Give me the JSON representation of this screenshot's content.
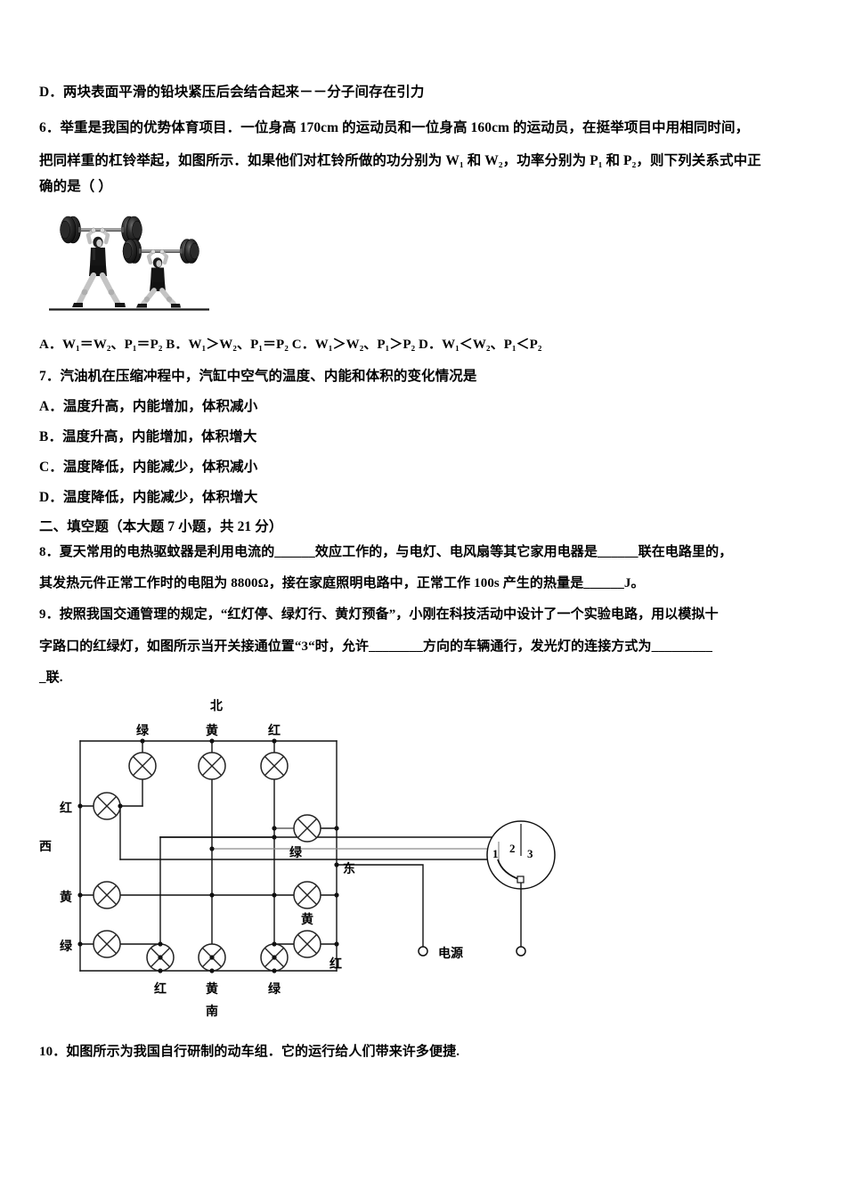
{
  "document": {
    "kind": "physics-exam-page",
    "language": "zh-CN"
  },
  "questions": [
    {
      "id": "q5-option-d",
      "lines": [
        "D．两块表面平滑的铅块紧压后会结合起来－－分子间存在引力"
      ]
    },
    {
      "id": "q6",
      "number": "6．",
      "lines": [
        "6．举重是我国的优势体育项目．一位身高 170cm 的运动员和一位身高 160cm 的运动员，在挺举项目中用相同时间，",
        "把同样重的杠铃举起，如图所示．如果他们对杠铃所做的功分别为 W₁ 和 W₂，功率分别为 P₁ 和 P₂，则下列关系式中正",
        "确的是（  ）"
      ],
      "options_inline": "A．W₁＝W₂、P₁＝P₂   B．W₁＞W₂、P₁＝P₂   C．W₁＞W₂、P₁＞P₂   D．W₁＜W₂、P₁＜P₂",
      "option_a": "A．",
      "option_a_expr_1": "W",
      "option_a_sub_1": "1",
      "option_b": "B．",
      "option_c": "C．",
      "option_d": "D．"
    },
    {
      "id": "q7",
      "stem": "7．汽油机在压缩冲程中，汽缸中空气的温度、内能和体积的变化情况是",
      "options": [
        "A．温度升高，内能增加，体积减小",
        "B．温度升高，内能增加，体积增大",
        "C．温度降低，内能减少，体积减小",
        "D．温度降低，内能减少，体积增大"
      ]
    }
  ],
  "section2": {
    "heading": "二、填空题（本大题 7 小题，共 21 分）"
  },
  "q8": {
    "line1": "8．夏天常用的电热驱蚊器是利用电流的______效应工作的，与电灯、电风扇等其它家用电器是______联在电路里的，",
    "line2": "其发热元件正常工作时的电阻为 8800Ω，接在家庭照明电路中，正常工作 100s 产生的热量是______J。"
  },
  "q9": {
    "line1": "9．按照我国交通管理的规定，“红灯停、绿灯行、黄灯预备”，小刚在科技活动中设计了一个实验电路，用以模拟十",
    "line2": "字路口的红绿灯，如图所示当开关接通位置“3“时，允许________方向的车辆通行，发光灯的连接方式为_________",
    "line3": "_联."
  },
  "q10": {
    "line1": "10．如图所示为我国自行研制的动车组．它的运行给人们带来许多便捷."
  },
  "figure_weightlifters": {
    "caption": "两位举重运动员举起杠铃示意图",
    "lifters": 2
  },
  "figure_circuit": {
    "caption": "十字路口红绿灯模拟实验电路",
    "directions": {
      "north": "北",
      "south": "南",
      "east": "东",
      "west": "西"
    },
    "lamp_labels": {
      "north": [
        "绿",
        "黄",
        "红"
      ],
      "south": [
        "红",
        "黄",
        "绿"
      ],
      "west": [
        "红",
        "黄",
        "绿"
      ],
      "east": [
        "绿",
        "黄",
        "红"
      ]
    },
    "switch": {
      "contacts": [
        "1",
        "2",
        "3"
      ],
      "label": "电源"
    },
    "colors": {
      "wire": "#000000",
      "wire_gray": "#7a7a7a"
    }
  }
}
